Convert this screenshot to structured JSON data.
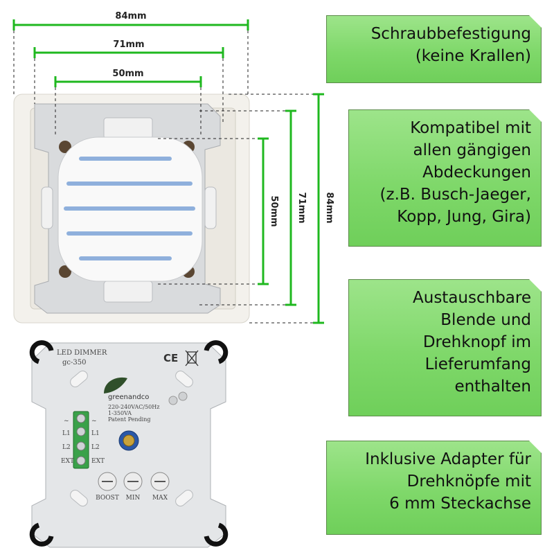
{
  "dimensions": {
    "width_84": "84mm",
    "width_71": "71mm",
    "width_50": "50mm",
    "height_50": "50mm",
    "height_71": "71mm",
    "height_84": "84mm"
  },
  "callouts": [
    {
      "lines": [
        "Schraubbefestigung",
        "(keine Krallen)"
      ]
    },
    {
      "lines": [
        "Kompatibel mit",
        "allen gängigen",
        "Abdeckungen",
        "(z.B. Busch-Jaeger,",
        "Kopp, Jung, Gira)"
      ]
    },
    {
      "lines": [
        "Austauschbare",
        "Blende und",
        "Drehknopf im",
        "Lieferumfang",
        "enthalten"
      ]
    },
    {
      "lines": [
        "Inklusive Adapter für",
        "Drehknöpfe mit",
        "6 mm Steckachse"
      ]
    }
  ],
  "device": {
    "title": "LED DIMMER",
    "model": "gc-350",
    "ce_mark": "CE",
    "brand": "greenandco",
    "spec_voltage": "220-240VAC/50Hz",
    "spec_power": "1-350VA",
    "spec_patent": "Patent Pending",
    "terminals_left": [
      "L1",
      "L2",
      "EXT"
    ],
    "terminals_right": [
      "L1",
      "L2",
      "EXT"
    ],
    "knob_labels": [
      "BOOST",
      "MIN",
      "MAX"
    ]
  },
  "colors": {
    "dimension_line": "#1fb81f",
    "callout_green": "#7fd86a"
  }
}
